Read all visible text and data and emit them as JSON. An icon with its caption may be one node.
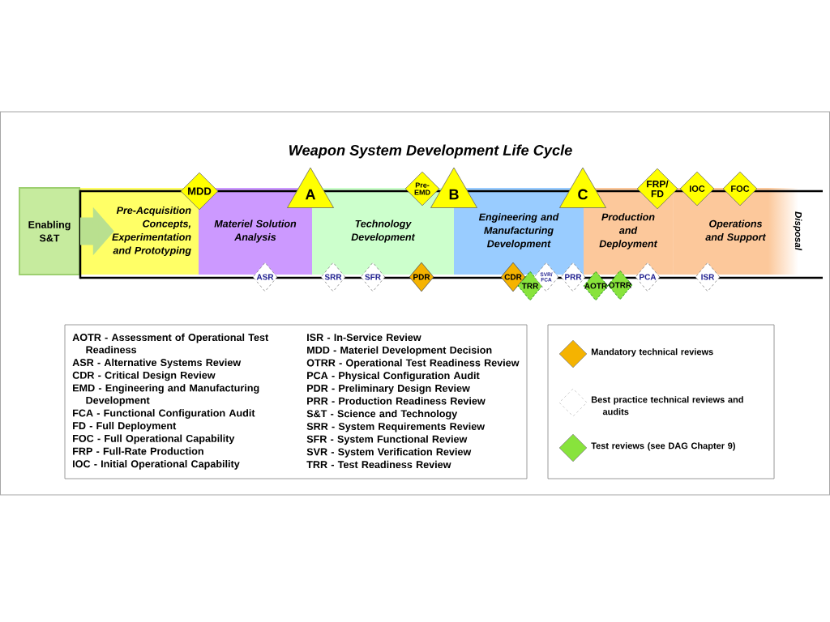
{
  "diagram": {
    "title": "Weapon System Development Life Cycle",
    "nodes": [
      {
        "text": [
          "Enabling S&T"
        ]
      },
      {
        "text": [
          "Pre-Acquisition Concepts, Experimentation and Prototyping"
        ]
      },
      {
        "text": [
          "Materiel Solution Analysis"
        ]
      },
      {
        "text": [
          "Technology Development"
        ]
      },
      {
        "text": [
          "Engineering and Manufacturing Development"
        ]
      },
      {
        "text": [
          "Production and Deployment"
        ]
      },
      {
        "text": [
          "Operations and Support"
        ]
      },
      {
        "text": [
          "MDD"
        ]
      },
      {
        "text": [
          "A"
        ]
      },
      {
        "text": [
          "Pre-EMD"
        ]
      },
      {
        "text": [
          "B"
        ]
      },
      {
        "text": [
          "C"
        ]
      },
      {
        "text": [
          "FRP/ FD"
        ]
      },
      {
        "text": [
          "IOC"
        ]
      },
      {
        "text": [
          "FOC"
        ]
      },
      {
        "text": [
          "ASR"
        ]
      },
      {
        "text": [
          "SRR"
        ]
      },
      {
        "text": [
          "SFR"
        ]
      },
      {
        "text": [
          "PDR"
        ]
      },
      {
        "text": [
          "CDR"
        ]
      },
      {
        "text": [
          "TRR"
        ]
      },
      {
        "text": [
          "SVR/ FCA"
        ]
      },
      {
        "text": [
          "PRR"
        ]
      },
      {
        "text": [
          "AOTR"
        ]
      },
      {
        "text": [
          "OTRR"
        ]
      },
      {
        "text": [
          "PCA"
        ]
      },
      {
        "text": [
          "ISR"
        ]
      },
      {
        "text": [
          "AOTR - Assessment of Operational Test Readiness",
          "ASR - Alternative Systems Review",
          "CDR - Critical Design Review",
          "EMD - Engineering and Manufacturing Development",
          "FCA - Functional Configuration Audit",
          "FD - Full Deployment",
          "FOC - Full Operational Capability",
          "FRP - Full-Rate Production",
          "IOC - Initial Operational Capability",
          "ISR - In-Service Review",
          "MDD - Materiel Development Decision",
          "OTRR - Operational Test Readiness Review",
          "PCA - Physical Configuration Audit",
          "PDR - Preliminary Design Review",
          "PRR - Production Readiness Review",
          "S&T - Science and Technology",
          "SRR - System Requirements Review",
          "SFR - System Functional Review",
          "SVR - System Verification Review",
          "TRR - Test Readiness Review"
        ]
      }
    ],
    "edges": [
      {
        "from": 0,
        "to": 1,
        "arrow": "to"
      }
    ],
    "labels": [
      "Disposal"
    ],
    "legend": [
      {
        "text": "Mandatory technical reviews",
        "color": "#f5b301"
      },
      {
        "text": "Best practice technical reviews and audits"
      },
      {
        "text": "Test reviews (see DAG Chapter 9)",
        "color": "#88e33c"
      }
    ]
  }
}
